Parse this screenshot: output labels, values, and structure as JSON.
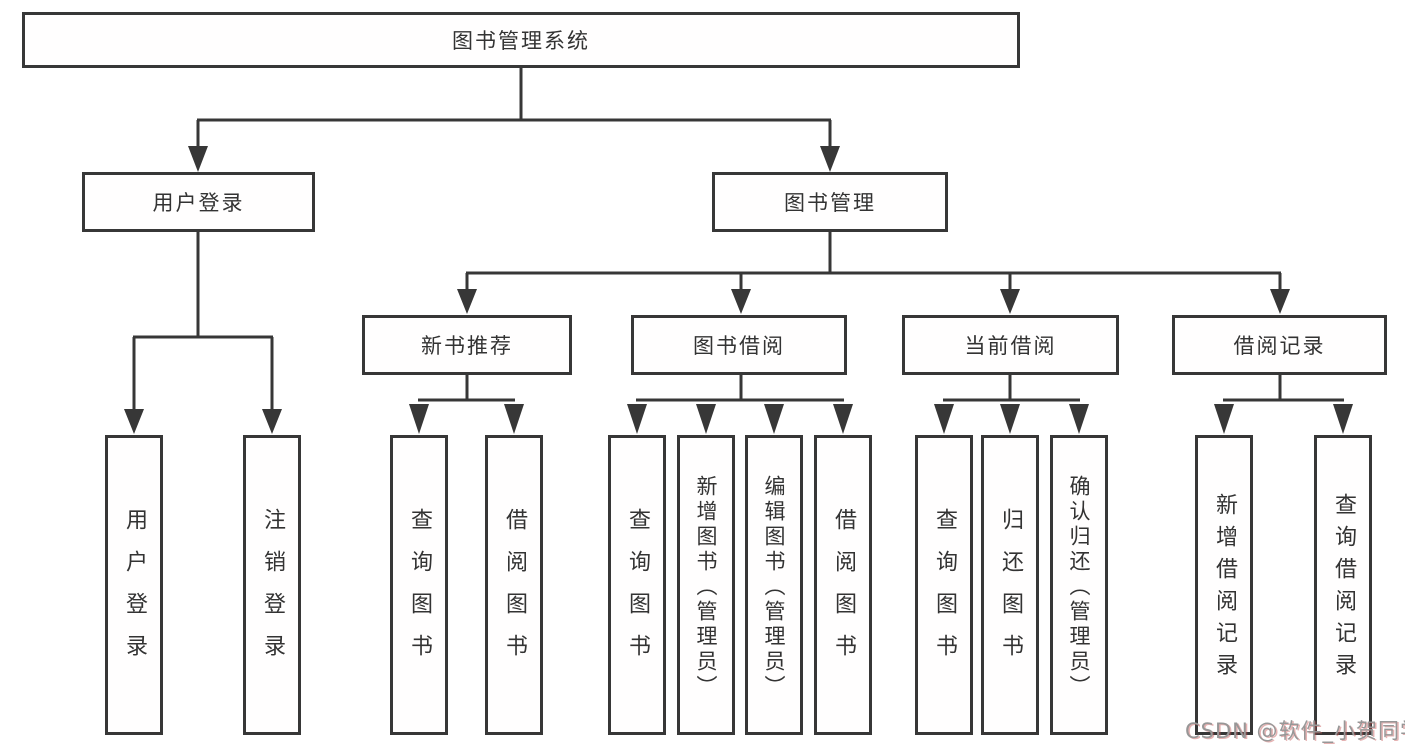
{
  "nodes": {
    "root": {
      "label": "图书管理系统"
    },
    "user_login": {
      "label": "用户登录"
    },
    "book_mgmt": {
      "label": "图书管理"
    },
    "new_book_rec": {
      "label": "新书推荐"
    },
    "book_borrow": {
      "label": "图书借阅"
    },
    "current_borrow": {
      "label": "当前借阅"
    },
    "borrow_record": {
      "label": "借阅记录"
    },
    "leaf_user_login": {
      "label": "用户登录"
    },
    "leaf_logout": {
      "label": "注销登录"
    },
    "leaf_rec_query_book": {
      "label": "查询图书"
    },
    "leaf_rec_borrow_book": {
      "label": "借阅图书"
    },
    "leaf_bb_query_book": {
      "label": "查询图书"
    },
    "leaf_bb_add_book": {
      "label": "新增图书（管理员）"
    },
    "leaf_bb_edit_book": {
      "label": "编辑图书（管理员）"
    },
    "leaf_bb_borrow_book": {
      "label": "借阅图书"
    },
    "leaf_cb_query_book": {
      "label": "查询图书"
    },
    "leaf_cb_return_book": {
      "label": "归还图书"
    },
    "leaf_cb_confirm_return": {
      "label": "确认归还（管理员）"
    },
    "leaf_br_add_record": {
      "label": "新增借阅记录"
    },
    "leaf_br_query_record": {
      "label": "查询借阅记录"
    }
  },
  "watermark": {
    "text": "CSDN @软件_小贺同学"
  },
  "colors": {
    "line": "#373737",
    "box_border": "#373737",
    "text": "#333333",
    "watermark_gray": "#979797",
    "background": "#ffffff"
  }
}
